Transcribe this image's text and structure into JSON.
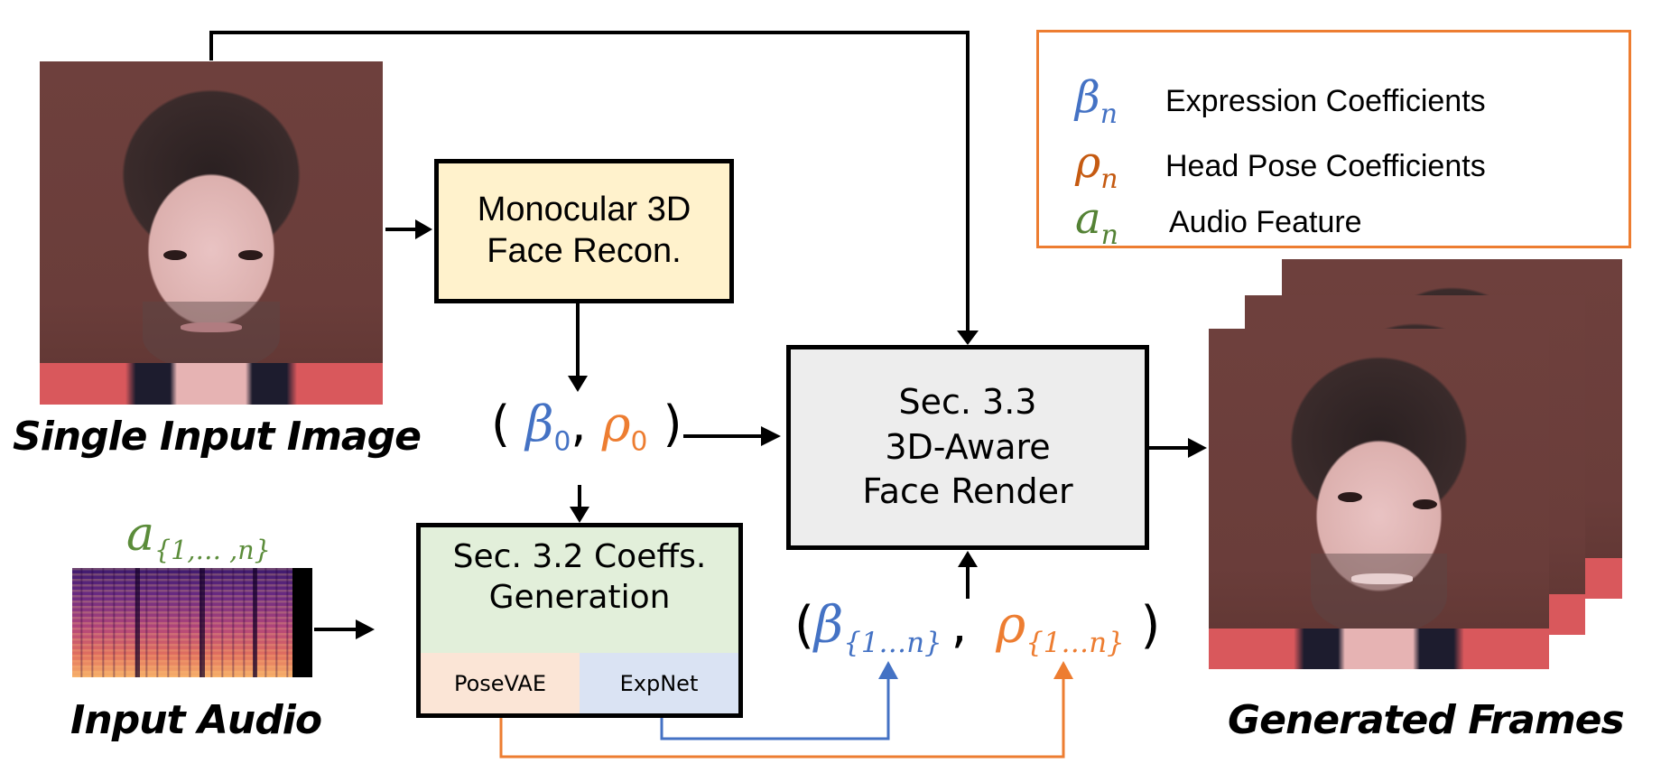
{
  "figure": {
    "colors": {
      "expression": "#4472c4",
      "pose": "#ed7d31",
      "audio": "#5b8c3a",
      "mono_box_fill": "#fff2cc",
      "coeffs_box_fill": "#e2efda",
      "posevae_fill": "#fbe5d6",
      "expnet_fill": "#dae3f3",
      "render_box_fill": "#ededed",
      "legend_border": "#ed7d31"
    },
    "input_image": {
      "caption": "Single Input Image"
    },
    "input_audio": {
      "caption": "Input Audio",
      "feature_symbol": "a",
      "feature_subscript": "{1,… ,n}"
    },
    "mono_recon": {
      "lines": [
        "Monocular 3D",
        "Face Recon."
      ]
    },
    "initial_coeffs": {
      "open": "(",
      "beta": "β",
      "beta_sub": "0",
      "comma": ",",
      "rho": "ρ",
      "rho_sub": "0",
      "close": ")"
    },
    "coeff_generation": {
      "lines": [
        "Sec. 3.2 Coeffs.",
        "Generation"
      ],
      "submodules": [
        "PoseVAE",
        "ExpNet"
      ]
    },
    "generated_coeffs": {
      "open": "(",
      "beta": "β",
      "beta_sub": "{1…n}",
      "comma": ",",
      "rho": "ρ",
      "rho_sub": "{1…n}",
      "close": ")"
    },
    "face_render": {
      "lines": [
        "Sec. 3.3",
        "3D-Aware",
        "Face Render"
      ]
    },
    "output": {
      "caption": "Generated Frames"
    },
    "legend": {
      "items": [
        {
          "symbol": "β",
          "subscript": "n",
          "label": "Expression Coefficients",
          "color": "#4472c4"
        },
        {
          "symbol": "ρ",
          "subscript": "n",
          "label": "Head Pose Coefficients",
          "color": "#c55a11"
        },
        {
          "symbol": "a",
          "subscript": "n",
          "label": "Audio Feature",
          "color": "#548235"
        }
      ]
    }
  }
}
